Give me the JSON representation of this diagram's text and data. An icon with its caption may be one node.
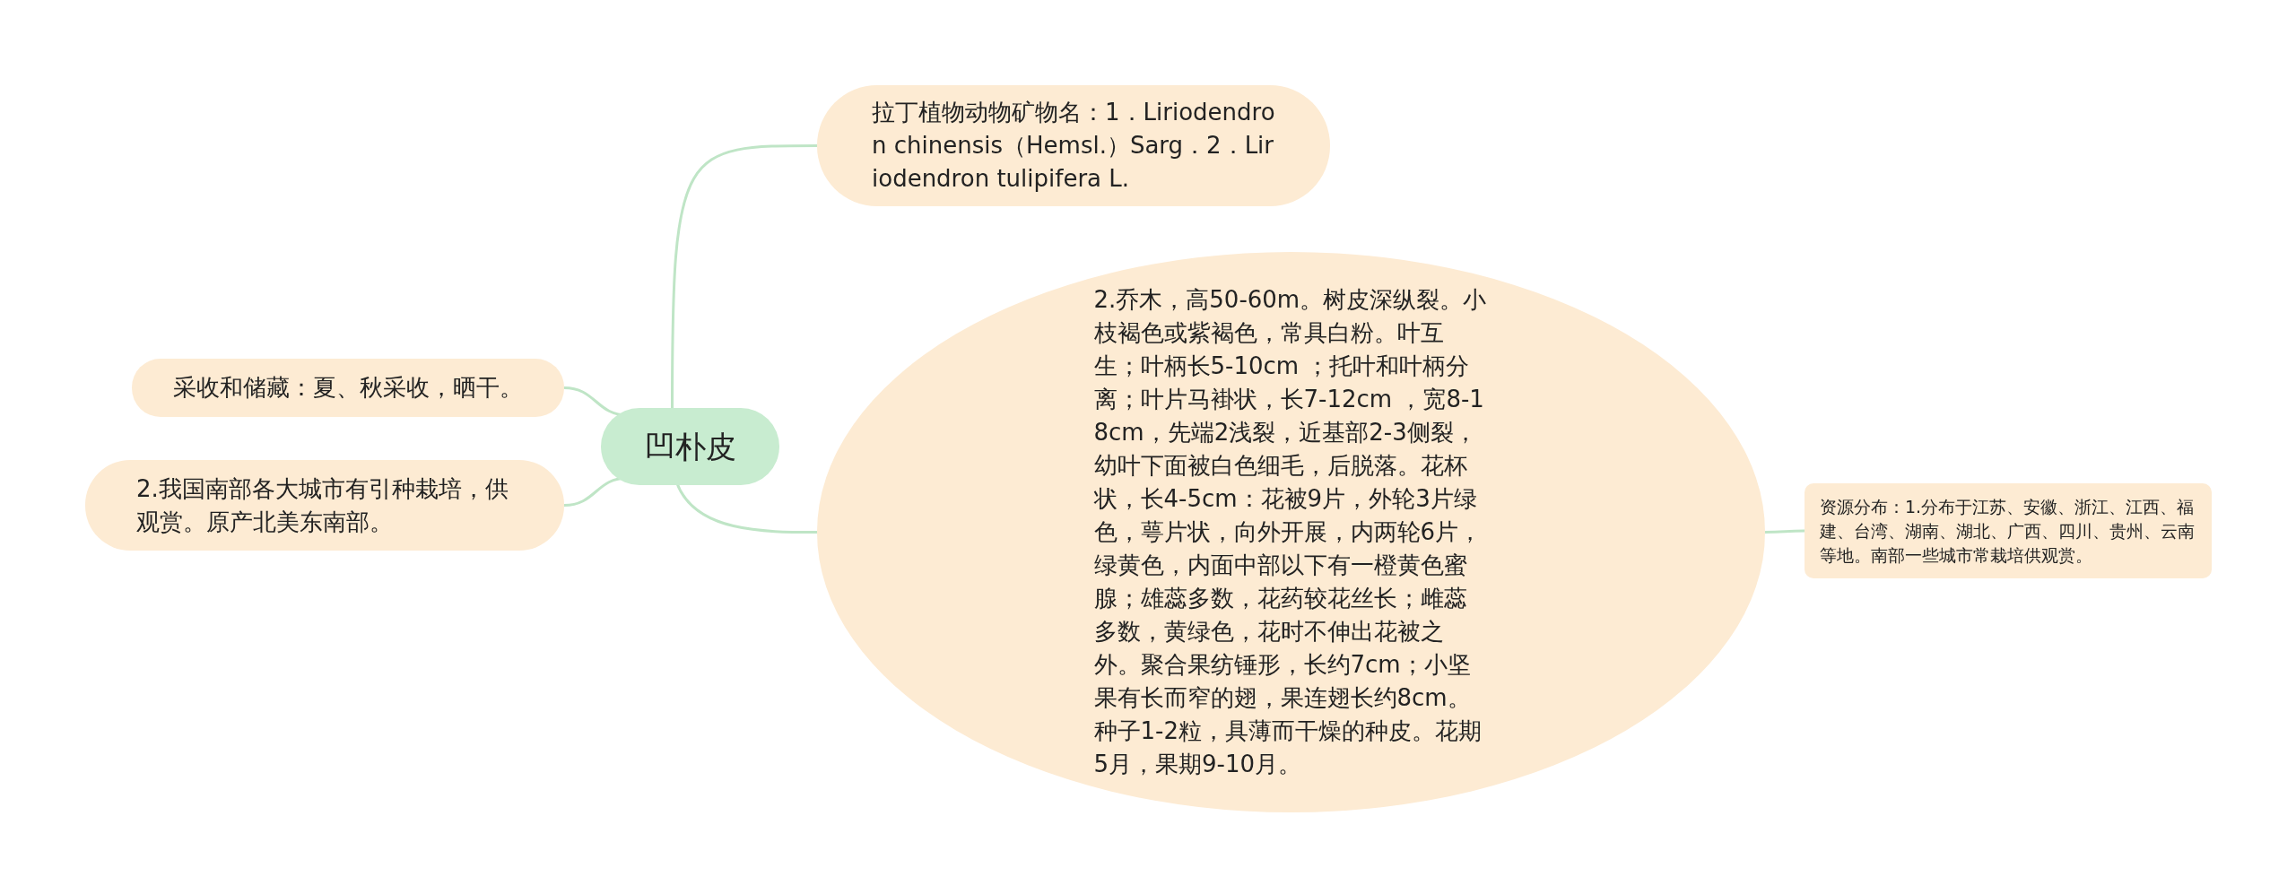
{
  "diagram": {
    "nodes": [
      {
        "text": [
          "凹朴皮"
        ]
      },
      {
        "text": [
          "拉丁植物动物矿物名：1．Liriodendron chinensis（Hemsl.）Sarg．2．Liriodendron tulipifera L."
        ]
      },
      {
        "text": [
          "2.乔木，高50-60m。树皮深纵裂。小枝褐色或紫褐色，常具白粉。叶互生；叶柄长5-10cm ；托叶和叶柄分离；叶片马褂状，长7-12cm ，宽8-18cm，先端2浅裂，近基部2-3侧裂，幼叶下面被白色细毛，后脱落。花杯状，长4-5cm：花被9片，外轮3片绿色，萼片状，向外开展，内两轮6片，绿黄色，内面中部以下有一橙黄色蜜腺；雄蕊多数，花药较花丝长；雌蕊多数，黄绿色，花时不伸出花被之外。聚合果纺锤形，长约7cm；小坚果有长而窄的翅，果连翅长约8cm。种子1-2粒，具薄而干燥的种皮。花期5月，果期9-10月。"
        ]
      },
      {
        "text": [
          "资源分布：1.分布于江苏、安徽、浙江、江西、福建、台湾、湖南、湖北、广西、四川、贵州、云南等地。南部一些城市常栽培供观赏。"
        ]
      },
      {
        "text": [
          "采收和储藏：夏、秋采收，晒干。"
        ]
      },
      {
        "text": [
          "2.我国南部各大城市有引种栽培，供观赏。原产北美东南部。"
        ]
      }
    ],
    "edges": [
      {
        "from": 0,
        "to": 1,
        "arrow": "none"
      },
      {
        "from": 0,
        "to": 2,
        "arrow": "none"
      },
      {
        "from": 2,
        "to": 3,
        "arrow": "none"
      },
      {
        "from": 0,
        "to": 4,
        "arrow": "none"
      },
      {
        "from": 0,
        "to": 5,
        "arrow": "none"
      }
    ]
  }
}
